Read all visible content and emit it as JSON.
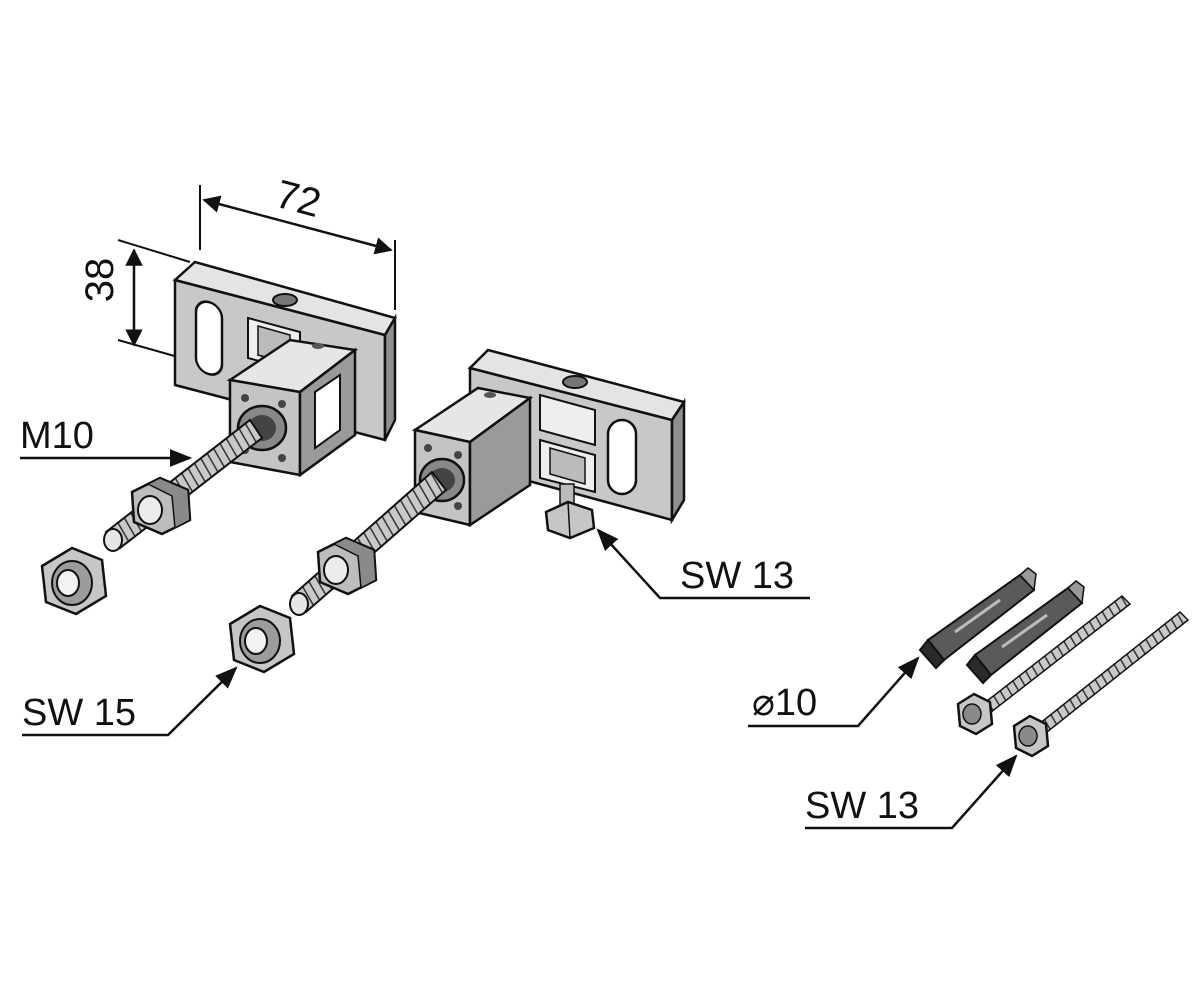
{
  "dimensions": {
    "width": "72",
    "height": "38"
  },
  "labels": {
    "thread": "M10",
    "nut_small": "SW 13",
    "nut_large": "SW 15",
    "dowel": "⌀10",
    "screw_head": "SW 13"
  },
  "colors": {
    "line": "#111111",
    "metal_light": "#d6d6d6",
    "metal_mid": "#a9a9a9",
    "metal_dark": "#6f6f6f",
    "plastic": "#3a3a3a"
  },
  "icons": {
    "bracket": "wall-bracket-icon",
    "threaded_rod": "threaded-rod-icon",
    "hex_nut": "hex-nut-icon",
    "wall_plug": "wall-plug-icon",
    "screw": "screw-icon"
  }
}
